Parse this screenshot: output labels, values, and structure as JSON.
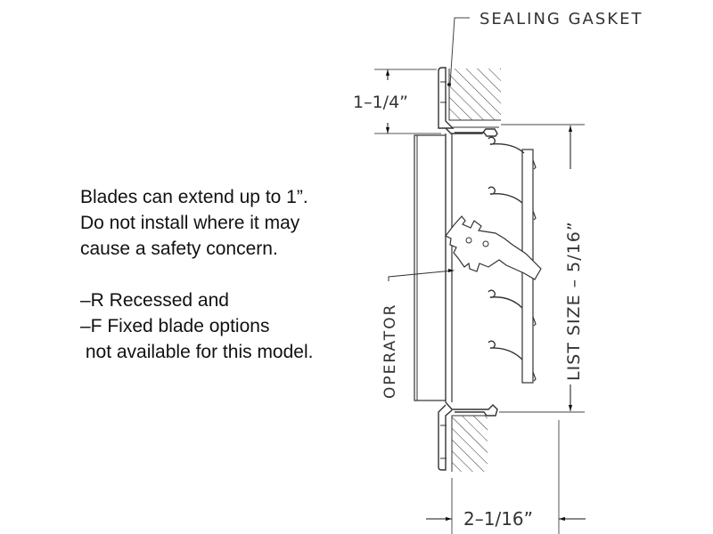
{
  "notes": {
    "lines": [
      "Blades can extend up to 1”.",
      "Do not install where it may",
      "cause a safety concern.",
      "",
      "–R Recessed and",
      "–F Fixed blade options",
      " not available for this model."
    ]
  },
  "labels": {
    "sealing_gasket": "SEALING GASKET",
    "operator": "OPERATOR",
    "flange_depth": "1–1/4”",
    "list_size": "LIST SIZE – 5/16”",
    "overall_depth": "2–1/16”"
  },
  "colors": {
    "line": "#222222",
    "text": "#111111"
  }
}
